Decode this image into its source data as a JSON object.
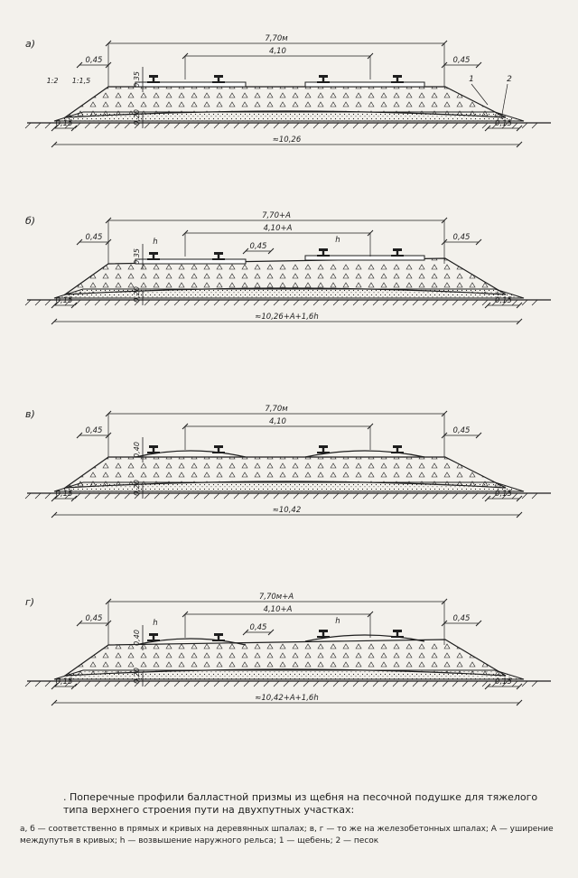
{
  "diagrams": [
    {
      "label": "а)",
      "dims": {
        "top": "7,70м",
        "middle": "4,10",
        "shoulder_left": "0,45",
        "shoulder_right": "0,45",
        "depth": "0,35",
        "sand": "0,20",
        "edge_left": "0,15",
        "edge_right": "0,15",
        "base": "≈10,26"
      },
      "slopes": [
        "1:2",
        "1:1,5"
      ],
      "markers": [
        "1",
        "2"
      ]
    },
    {
      "label": "б)",
      "dims": {
        "top": "7,70+А",
        "middle": "4,10+А",
        "shoulder_left": "0,45",
        "shoulder_right": "0,45",
        "depth": "0,35",
        "sand": "0,20",
        "edge_left": "0,15",
        "edge_right": "0,15",
        "base": "≈10,26+А+1,6h",
        "h": "h",
        "gap": "0,45"
      }
    },
    {
      "label": "в)",
      "dims": {
        "top": "7,70м",
        "middle": "4,10",
        "shoulder_left": "0,45",
        "shoulder_right": "0,45",
        "depth": "0,40",
        "sand": "0,20",
        "edge_left": "0,15",
        "edge_right": "0,15",
        "base": "≈10,42"
      }
    },
    {
      "label": "г)",
      "dims": {
        "top": "7,70м+А",
        "middle": "4,10+А",
        "shoulder_left": "0,45",
        "shoulder_right": "0,45",
        "depth": "0,40",
        "sand": "0,20",
        "edge_left": "0,15",
        "edge_right": "0,15",
        "base": "≈10,42+А+1,6h",
        "h": "h",
        "gap": "0,45"
      }
    }
  ],
  "caption": {
    "title": ". Поперечные профили балластной призмы из щебня на песочной подушке для тяжелого типа верхнего строения пути на двухпутных участках:",
    "legend": "а, б — соответственно в прямых и кривых на деревянных шпалах; в, г — то же на железобетонных шпалах; А — уширение междупутья в кривых; h — возвышение наружного рельса; 1 — щебень; 2 — песок"
  },
  "colors": {
    "ink": "#1e1e1e",
    "paper": "#f3f1ec",
    "fill": "#e3e0d8"
  }
}
